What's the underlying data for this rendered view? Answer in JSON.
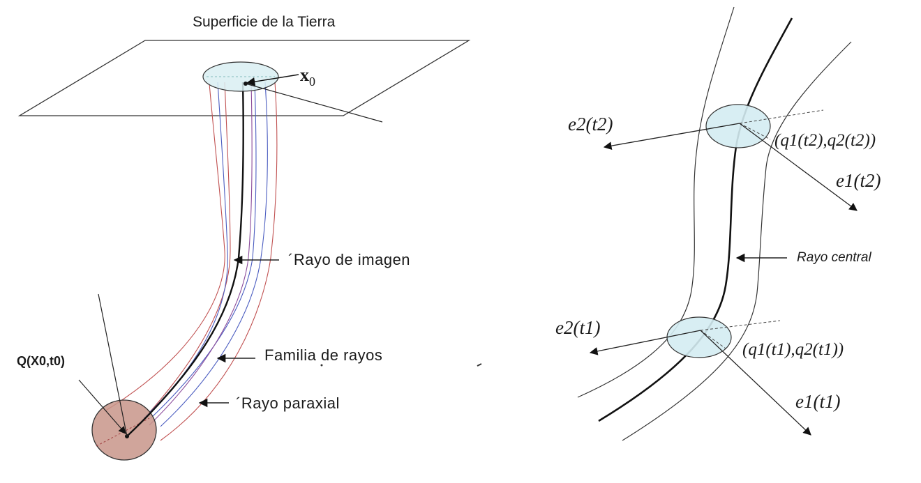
{
  "left_panel": {
    "surface_label": "Superficie de la Tierra",
    "x0_main": "x",
    "x0_sub": "0",
    "image_ray_label": "´Rayo de imagen",
    "family_label": "Familia de rayos",
    "paraxial_label": "´Rayo paraxial",
    "source_label": "Q(X0,t0)",
    "colors": {
      "surface_ellipse": "#d9eef2",
      "source_disk": "#c8958a",
      "ray_red": "#c05050",
      "ray_blue": "#4a5cc0",
      "ray_purple": "#8a4a9a",
      "central_ray": "#111111"
    }
  },
  "right_panel": {
    "central_ray_label": "Rayo central",
    "e2_t2": "e2(t2)",
    "e1_t2": "e1(t2)",
    "q_t2": "(q1(t2),q2(t2))",
    "e2_t1": "e2(t1)",
    "e1_t1": "e1(t1)",
    "q_t1": "(q1(t1),q2(t1))",
    "colors": {
      "cross_section": "#d4ecf2"
    }
  }
}
